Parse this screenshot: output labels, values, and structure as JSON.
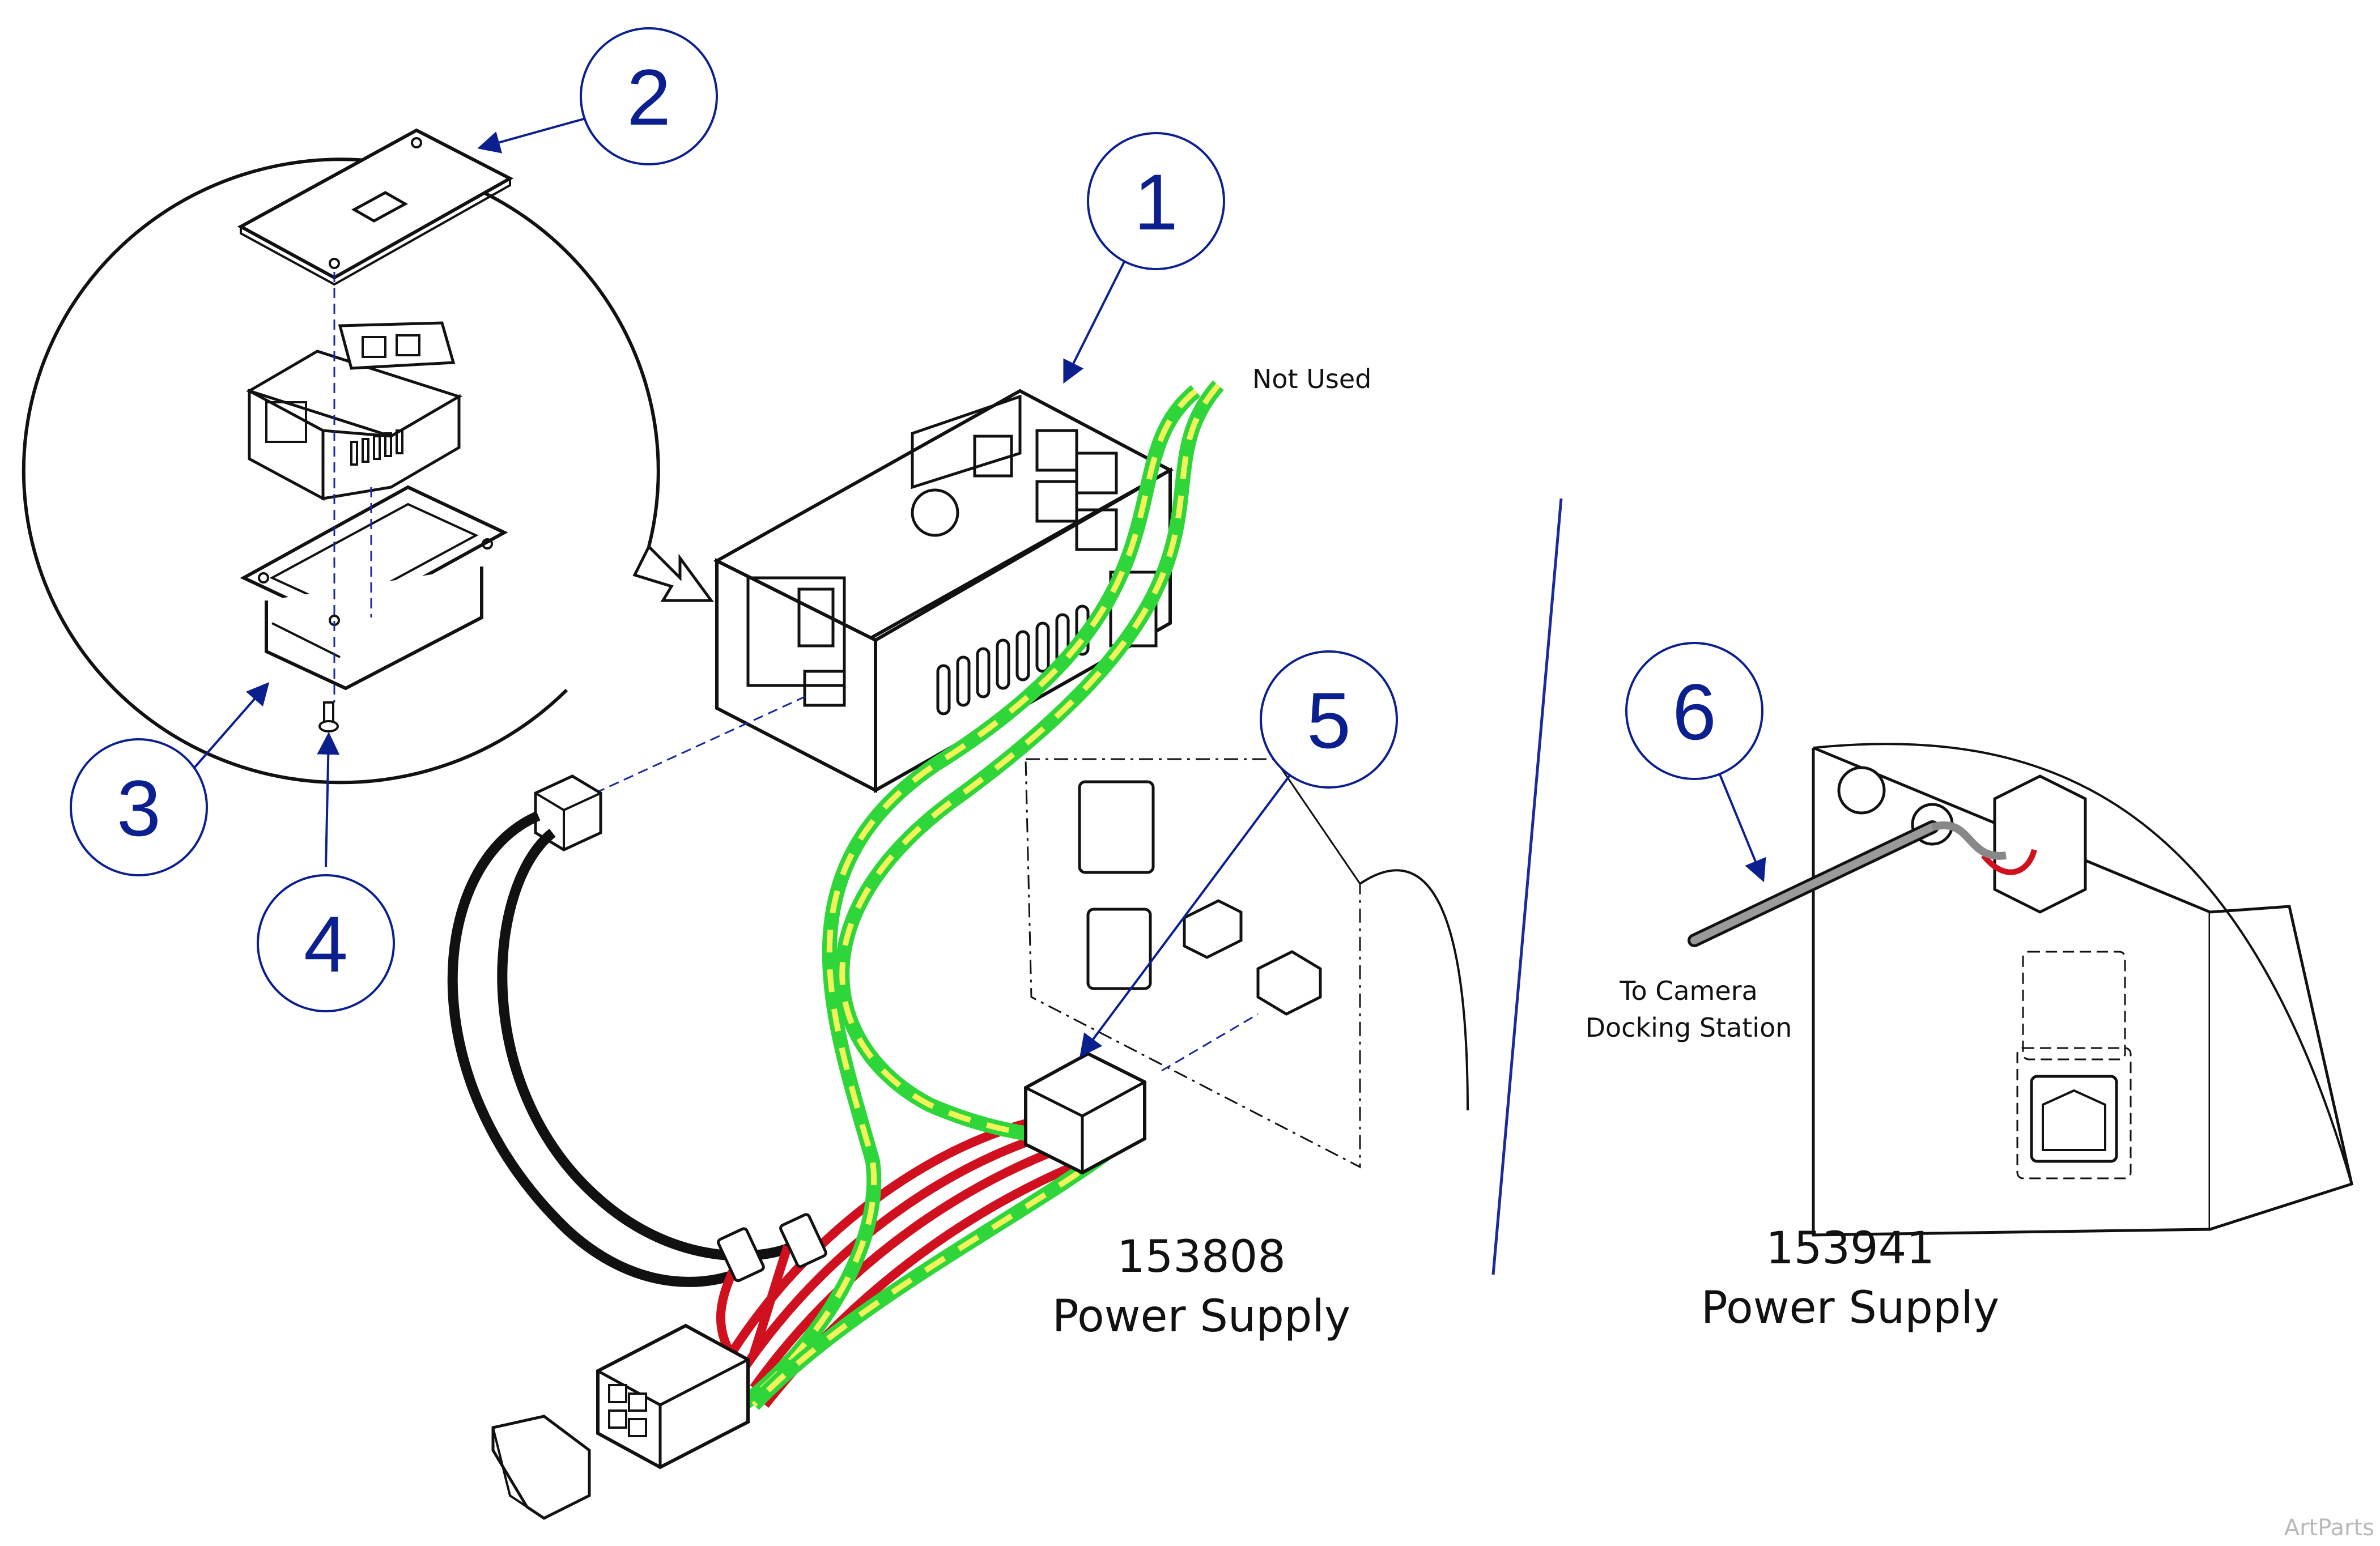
{
  "colors": {
    "balloon": "#0b1f8f",
    "line": "#111111",
    "wire_red": "#d0101e",
    "wire_black": "#111111",
    "wire_green": "#2fd63a",
    "wire_yellow": "#f2f25a",
    "divider": "#1a2a9a",
    "watermark": "#b8b8b8"
  },
  "balloons": [
    {
      "number": "1"
    },
    {
      "number": "2"
    },
    {
      "number": "3"
    },
    {
      "number": "4"
    },
    {
      "number": "5"
    },
    {
      "number": "6"
    }
  ],
  "labels": {
    "not_used": "Not Used",
    "left_part_number": "153808",
    "left_part_name": "Power Supply",
    "right_part_number": "153941",
    "right_part_name": "Power Supply",
    "camera_line1": "To Camera",
    "camera_line2": "Docking Station",
    "watermark": "ArtParts"
  }
}
